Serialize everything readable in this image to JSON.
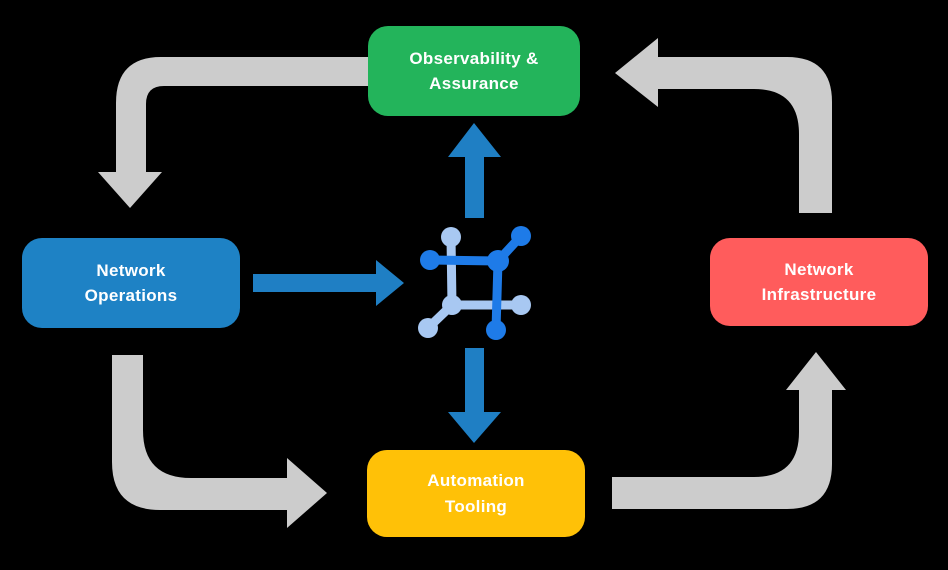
{
  "diagram": {
    "name": "network-automation-cycle",
    "nodes": {
      "observability": {
        "label": "Observability &\nAssurance",
        "color": "#23B45B",
        "position": "top"
      },
      "operations": {
        "label": "Network\nOperations",
        "color": "#1E82C5",
        "position": "left"
      },
      "infrastructure": {
        "label": "Network\nInfrastructure",
        "color": "#FF5C5C",
        "position": "right"
      },
      "automation": {
        "label": "Automation\nTooling",
        "color": "#FFC107",
        "position": "bottom"
      }
    },
    "center_icon": {
      "name": "network-automation-icon",
      "description": "square network node glyph with connected dots in two blues"
    },
    "cycle_arrows": [
      {
        "from": "observability",
        "to": "operations",
        "head_direction": "down"
      },
      {
        "from": "operations",
        "to": "automation",
        "head_direction": "right"
      },
      {
        "from": "automation",
        "to": "infrastructure",
        "head_direction": "up"
      },
      {
        "from": "infrastructure",
        "to": "observability",
        "head_direction": "left"
      }
    ],
    "flow_arrows": [
      {
        "from": "operations",
        "to": "center-icon",
        "head_direction": "right"
      },
      {
        "from": "center-icon",
        "to": "observability",
        "head_direction": "up"
      },
      {
        "from": "center-icon",
        "to": "automation",
        "head_direction": "down"
      }
    ]
  },
  "colors": {
    "background": "#000000",
    "observability_green": "#23B45B",
    "operations_blue": "#1E82C5",
    "infrastructure_red": "#FF5C5C",
    "automation_yellow": "#FFC107",
    "cycle_arrow_gray": "#CCCCCC",
    "flow_arrow_blue": "#1F7FC4",
    "icon_dark_blue": "#1E7BE8",
    "icon_light_blue": "#A8C8F2",
    "label_text": "#FFFFFF"
  }
}
